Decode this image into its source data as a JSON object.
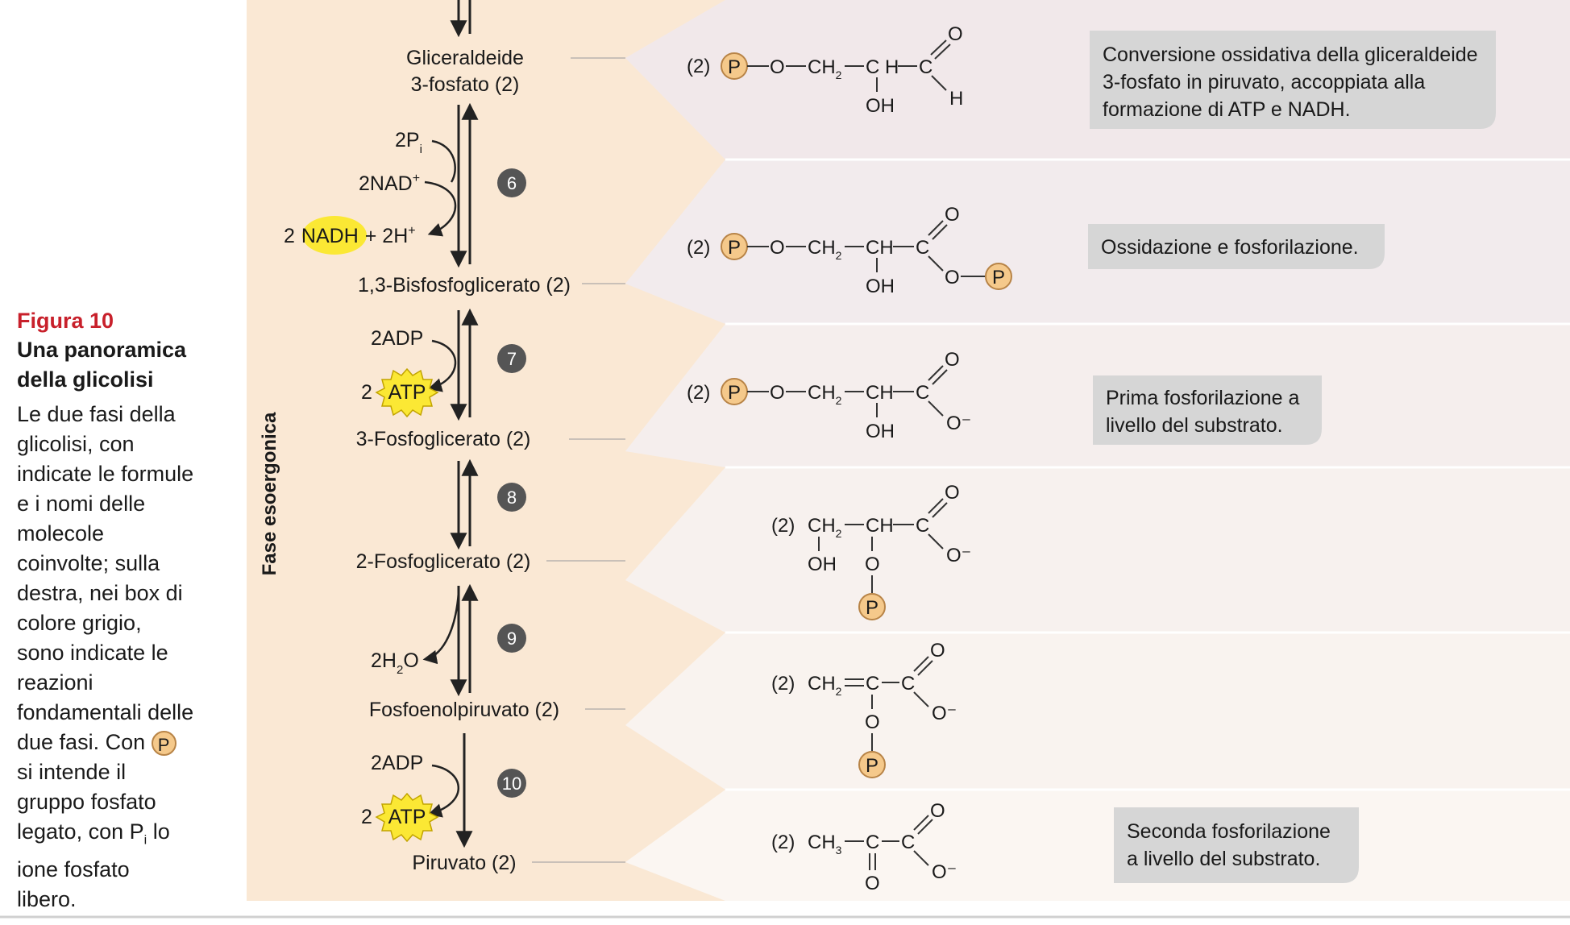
{
  "caption": {
    "label": "Figura 10",
    "title_line1": "Una panoramica",
    "title_line2": "della glicolisi",
    "text_part1": "Le due fasi della glicolisi, con indicate le formule e i nomi delle molecole coinvolte; sulla destra, nei box di colore grigio, sono indicate le reazioni fondamentali delle due fasi. Con",
    "text_p": "P",
    "text_part2": "si intende il gruppo fosfato legato, con P",
    "text_sub_i": "i",
    "text_part3": "lo ione fosfato libero."
  },
  "phase_label": "Fase esoergonica",
  "colors": {
    "left_band": "#fae8d4",
    "right_band": "#f7eeec",
    "phosphate_fill": "#f5c98b",
    "highlight": "#fbe834",
    "step_badge": "#555555",
    "box_fill": "#d6d6d6",
    "caption_red": "#c8202b"
  },
  "molecules": {
    "m1": {
      "name_line1": "Gliceraldeide",
      "name_line2": "3-fosfato (2)"
    },
    "m2": {
      "name": "1,3-Bisfosfoglicerato (2)"
    },
    "m3": {
      "name": "3-Fosfoglicerato (2)"
    },
    "m4": {
      "name": "2-Fosfoglicerato (2)"
    },
    "m5": {
      "name": "Fosfoenolpiruvato (2)"
    },
    "m6": {
      "name": "Piruvato (2)"
    }
  },
  "steps": {
    "s6": {
      "number": "6",
      "in1": "2P",
      "in1_sub": "i",
      "in2": "2NAD",
      "in2_sup": "+",
      "out_coef": "2",
      "out_main": "NADH",
      "out_rest": "+ 2H",
      "out_sup": "+"
    },
    "s7": {
      "number": "7",
      "in": "2ADP",
      "out_coef": "2",
      "out_main": "ATP"
    },
    "s8": {
      "number": "8"
    },
    "s9": {
      "number": "9",
      "out": "2H",
      "out_sub": "2",
      "out_end": "O"
    },
    "s10": {
      "number": "10",
      "in": "2ADP",
      "out_coef": "2",
      "out_main": "ATP"
    }
  },
  "boxes": {
    "b1": {
      "line1": "Conversione ossidativa della gliceraldeide",
      "line2": "3-fosfato in piruvato, accoppiata alla",
      "line3": "formazione di ATP e NADH."
    },
    "b2": {
      "line1": "Ossidazione e fosforilazione."
    },
    "b3": {
      "line1": "Prima fosforilazione a",
      "line2": "livello del substrato."
    },
    "b4": {
      "line1": "Seconda fosforilazione",
      "line2": "a livello del substrato."
    }
  },
  "formula_text": {
    "two": "(2)",
    "P": "P",
    "O": "O",
    "CH": "CH",
    "C": "C",
    "C_H": "C H",
    "H": "H",
    "OH": "OH",
    "sub2": "2",
    "sub3": "3",
    "Ominus": "O⁻"
  }
}
